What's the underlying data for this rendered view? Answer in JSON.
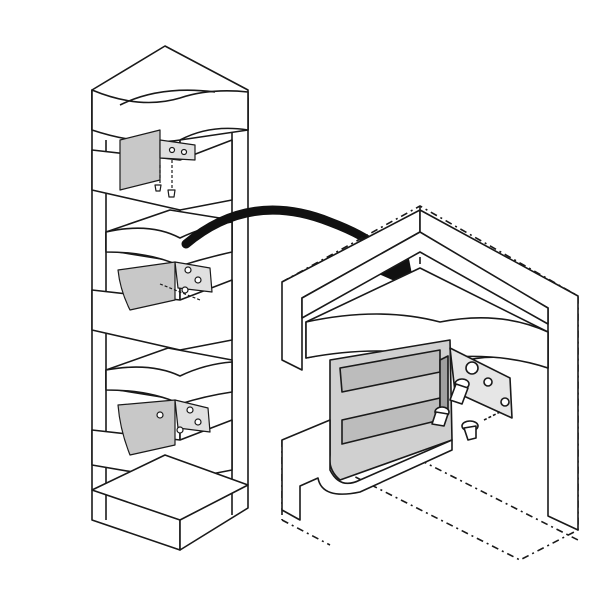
{
  "figure": {
    "kind": "assembly-illustration",
    "text": [],
    "palette": {
      "background": "#ffffff",
      "stroke": "#1a1a1a",
      "panel_fill": "#ffffff",
      "bracket_fill": "#d0d0d0",
      "bracket_dark": "#8c8c8c",
      "arrow": "#111111"
    },
    "elements": {
      "cabinet": "corner-shelf-cabinet",
      "shelves": [
        "top-shelf",
        "middle-shelf-upper",
        "middle-shelf-lower"
      ],
      "brackets": [
        "shelf-bracket-top",
        "shelf-bracket-middle",
        "shelf-bracket-bottom"
      ],
      "detail": "detail-view-bracket-installation",
      "arrow": "zoom-arrow"
    }
  }
}
